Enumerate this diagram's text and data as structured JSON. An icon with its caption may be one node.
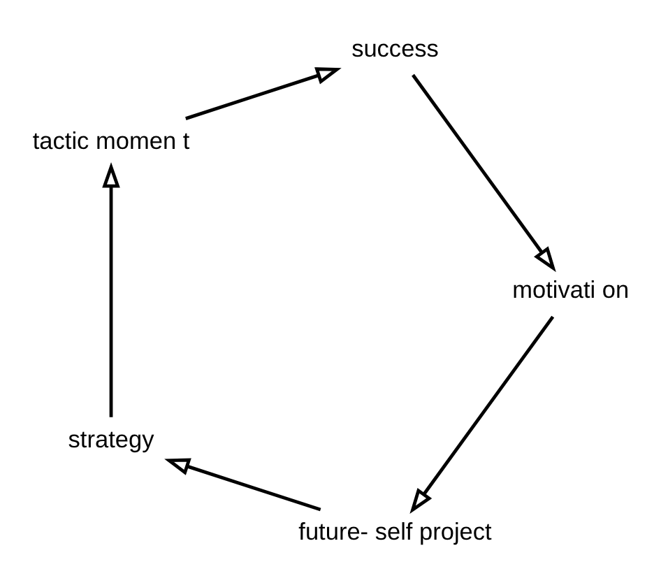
{
  "diagram": {
    "nodes": [
      {
        "text": [
          "future- self project"
        ]
      },
      {
        "text": [
          "strategy"
        ]
      },
      {
        "text": [
          "tactic momen t"
        ]
      },
      {
        "text": [
          "success"
        ]
      },
      {
        "text": [
          "motivati on"
        ]
      }
    ],
    "edges": [
      {
        "from": 0,
        "to": 1,
        "arrow": "to"
      },
      {
        "from": 1,
        "to": 2,
        "arrow": "to"
      },
      {
        "from": 2,
        "to": 3,
        "arrow": "to"
      },
      {
        "from": 3,
        "to": 4,
        "arrow": "to"
      },
      {
        "from": 4,
        "to": 0,
        "arrow": "to"
      }
    ]
  }
}
